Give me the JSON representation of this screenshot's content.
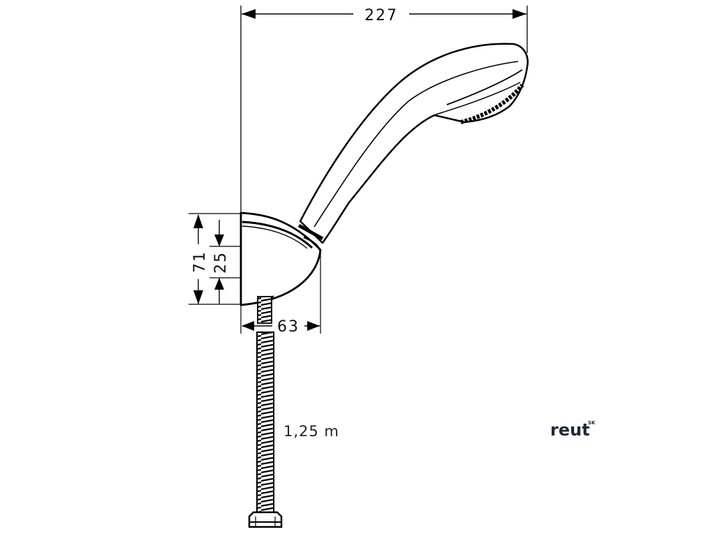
{
  "dimensions": {
    "total_width": "227",
    "holder_height": "71",
    "holder_inner": "25",
    "holder_depth": "63"
  },
  "hose": {
    "length_label": "1,25 m"
  },
  "brand": {
    "name": "reut",
    "suffix": "SK"
  },
  "colors": {
    "line": "#000000",
    "brand": "#1e2a3a"
  }
}
